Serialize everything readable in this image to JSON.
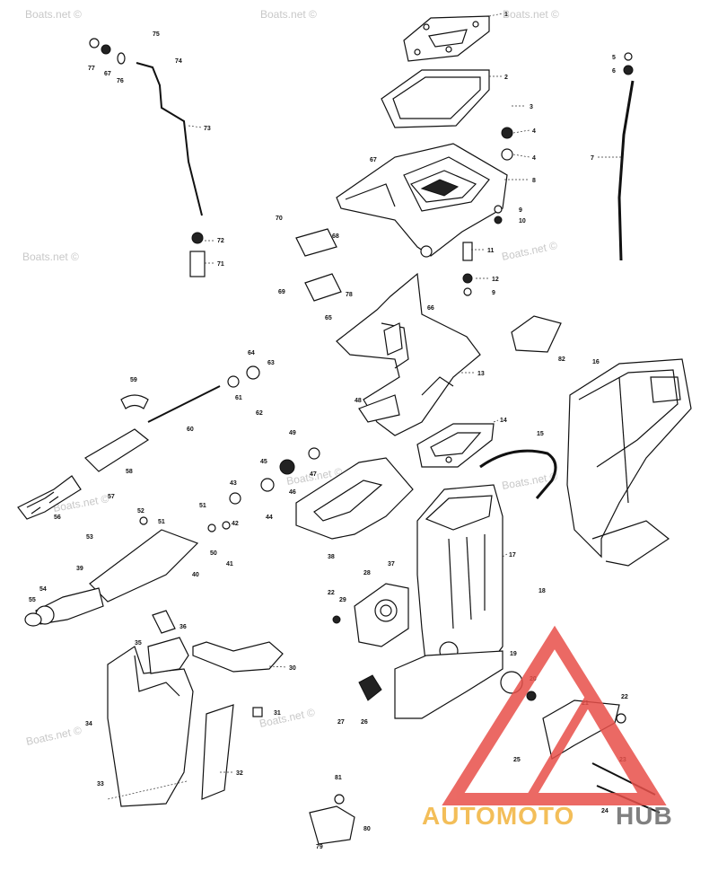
{
  "watermark": "Boats.net ©",
  "brand": {
    "part1": "AUTOMOTO",
    "part2": "HUB",
    "color1": "#f2b33d",
    "color2": "#6b6b6b",
    "triangle_color": "#e8504a"
  },
  "callouts": [
    "1",
    "2",
    "3",
    "4",
    "4",
    "5",
    "6",
    "7",
    "8",
    "9",
    "9",
    "10",
    "11",
    "12",
    "13",
    "14",
    "15",
    "16",
    "17",
    "18",
    "19",
    "20",
    "21",
    "22",
    "22",
    "23",
    "24",
    "25",
    "26",
    "27",
    "28",
    "29",
    "30",
    "31",
    "32",
    "33",
    "34",
    "35",
    "36",
    "37",
    "38",
    "39",
    "40",
    "41",
    "42",
    "43",
    "44",
    "45",
    "46",
    "47",
    "48",
    "49",
    "50",
    "51",
    "51",
    "52",
    "53",
    "54",
    "55",
    "56",
    "57",
    "58",
    "59",
    "60",
    "61",
    "62",
    "63",
    "64",
    "65",
    "66",
    "67",
    "67",
    "68",
    "69",
    "70",
    "71",
    "72",
    "73",
    "74",
    "75",
    "76",
    "77",
    "78",
    "79",
    "80",
    "81",
    "82"
  ]
}
